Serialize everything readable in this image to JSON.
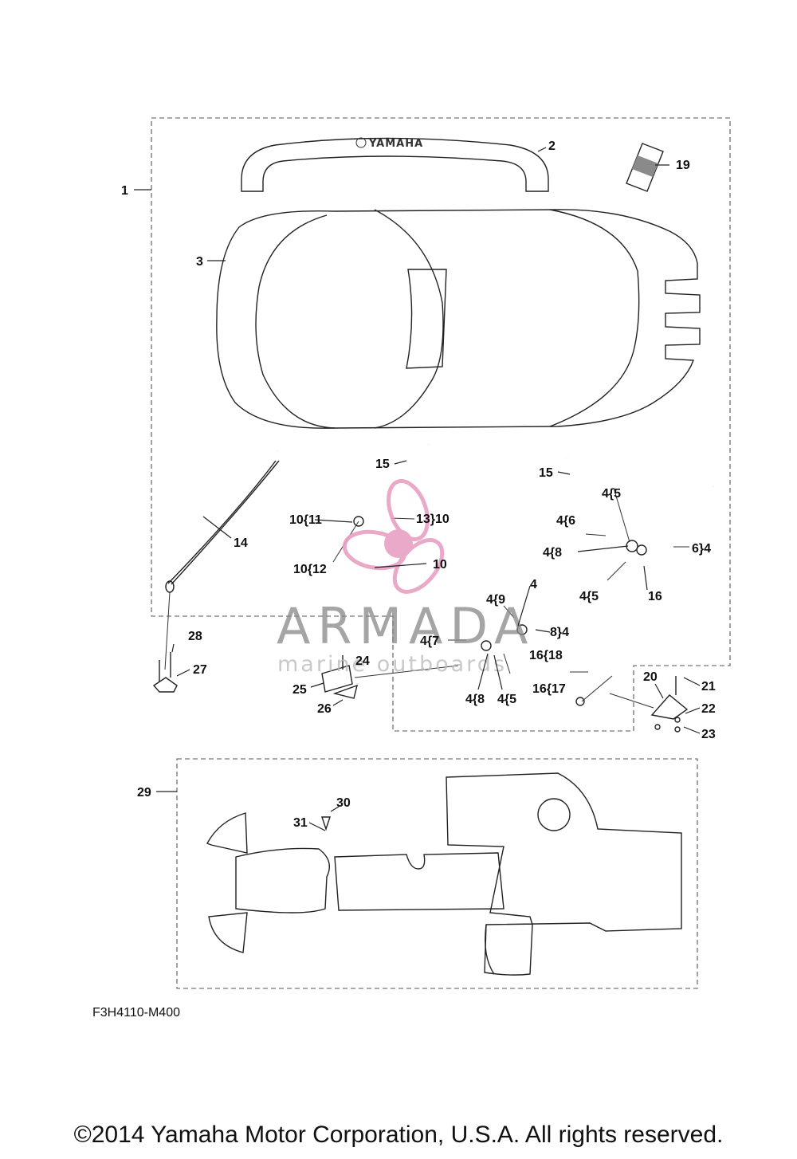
{
  "logo_text": "YAMAHA",
  "watermark": {
    "brand": "ARMADA",
    "tagline": "marine outboards",
    "color_accent": "#e8a0c4",
    "color_text": "#8a8a8a"
  },
  "callouts": {
    "c1": "1",
    "c2": "2",
    "c3": "3",
    "c19": "19",
    "c15a": "15",
    "c15b": "15",
    "c14": "14",
    "c10_11": "10{11",
    "c13_10": "13}10",
    "c10_12": "10{12",
    "c10": "10",
    "c4_5a": "4{5",
    "c4_6": "4{6",
    "c4_8a": "4{8",
    "c6_4": "6}4",
    "c4_5b": "4{5",
    "c16": "16",
    "c4": "4",
    "c4_9": "4{9",
    "c8_4": "8}4",
    "c4_7": "4{7",
    "c16_18": "16{18",
    "c16_17": "16{17",
    "c4_8b": "4{8",
    "c4_5c": "4{5",
    "c28": "28",
    "c27": "27",
    "c24": "24",
    "c25": "25",
    "c26": "26",
    "c20": "20",
    "c21": "21",
    "c22": "22",
    "c23": "23",
    "c29": "29",
    "c30": "30",
    "c31": "31"
  },
  "diagram_code": "F3H4110-M400",
  "copyright": "©2014 Yamaha Motor Corporation, U.S.A. All rights reserved."
}
